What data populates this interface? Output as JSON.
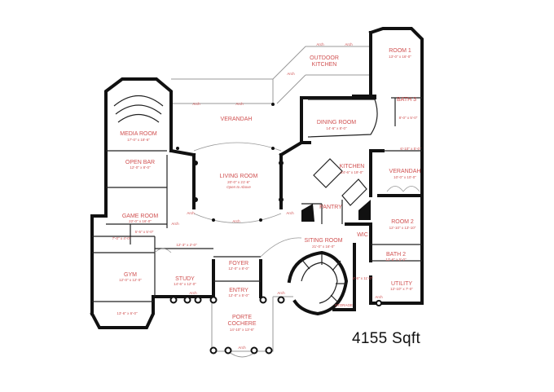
{
  "area_label": "4155 Sqft",
  "arch_label": "Arch",
  "rooms": {
    "outdoor_kitchen": {
      "name": "OUTDOOR",
      "name2": "KITCHEN"
    },
    "room1": {
      "name": "ROOM 1",
      "dims": "13'-0\" x 16'-0\""
    },
    "bath3": {
      "name": "BATH 3",
      "dims": "8'-0\" x 5'-0\""
    },
    "media_room": {
      "name": "MEDIA ROOM",
      "dims": "17'-0\" x 18'-6\""
    },
    "verandah_main": {
      "name": "VERANDAH"
    },
    "dining_room": {
      "name": "DINING ROOM",
      "dims": "14'-6\" x 8'-0\""
    },
    "open_bar": {
      "name": "OPEN BAR",
      "dims": "12'-0\" x 8'-0\""
    },
    "living_room": {
      "name": "LIVING ROOM",
      "dims": "20'-0\" x 21'-6\"",
      "note": "Open to Above"
    },
    "kitchen": {
      "name": "KITCHEN",
      "dims": "24'-6\" x 19'-0\""
    },
    "verandah_right": {
      "name": "VERANDAH",
      "dims": "10'-0\" x 10'-0\""
    },
    "game_room": {
      "name": "GAME ROOM",
      "dims": "22'-0\" x 16'-0\""
    },
    "pantry": {
      "name": "PANTRY"
    },
    "room2": {
      "name": "ROOM 2",
      "dims": "12'-10\" x 13'-10\""
    },
    "wic": {
      "name": "WIC"
    },
    "siting_room": {
      "name": "SITING ROOM",
      "dims": "21'-0\" x 16'-0\""
    },
    "foyer": {
      "name": "FOYER",
      "dims": "12'-0\" x 8'-0\""
    },
    "study": {
      "name": "STUDY",
      "dims": "14'-6\" x 12'-0\""
    },
    "gym": {
      "name": "GYM",
      "dims": "12'-0\" x 12'-0\""
    },
    "bath2": {
      "name": "BATH 2",
      "dims": "12'-6\" x 5'-0\""
    },
    "utility": {
      "name": "UTILITY",
      "dims": "12'-10\" x 7'-0\""
    },
    "entry": {
      "name": "ENTRY",
      "dims": "12'-0\" x 5'-0\""
    },
    "porte_cochere": {
      "name": "PORTE",
      "name2": "COCHERE",
      "dims": "14'-10\" x 13'-6\""
    },
    "storage": {
      "name": "STORAGE"
    }
  },
  "small_dims": {
    "gallery": "12'-3\" x 2'-0\"",
    "hall_left": "7'-0\" x 4'-0\"",
    "gym_lower": "13'-6\" x 6'-0\"",
    "verandah_top_right": "6'-10\" x 5'-0\"",
    "hall_right": "4'-6\" x 11'-0\"",
    "bath_small": "5'-5\" x 5'-0\""
  }
}
